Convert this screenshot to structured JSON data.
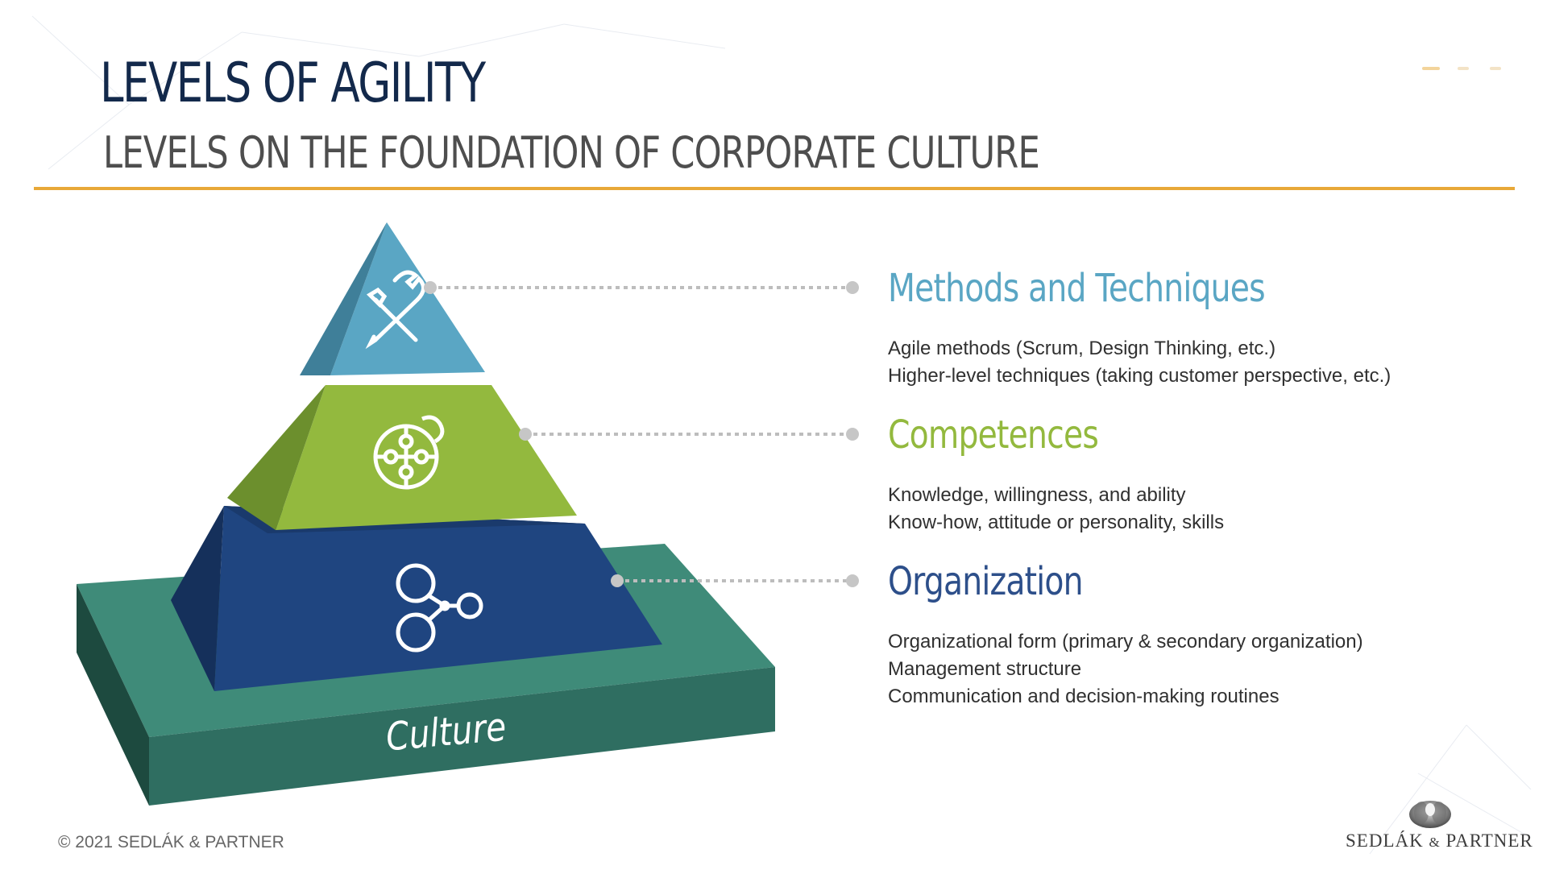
{
  "header": {
    "title": "LEVELS OF AGILITY",
    "subtitle": "LEVELS ON THE FOUNDATION OF CORPORATE CULTURE"
  },
  "colors": {
    "title": "#13294b",
    "accent_rule": "#e8a838",
    "methods": "#5aa6c4",
    "competences": "#93b93e",
    "organization": "#2d4f8a",
    "culture": "#3f8b79"
  },
  "pyramid": {
    "tiers": [
      {
        "name": "Methods and Techniques",
        "icon": "tools-icon"
      },
      {
        "name": "Competences",
        "icon": "puzzle-icon"
      },
      {
        "name": "Organization",
        "icon": "network-icon"
      }
    ],
    "base_label": "Culture"
  },
  "sections": [
    {
      "title": "Methods and Techniques",
      "color": "#5aa6c4",
      "lines": [
        "Agile methods (Scrum, Design Thinking, etc.)",
        "Higher-level techniques (taking customer perspective, etc.)"
      ]
    },
    {
      "title": "Competences",
      "color": "#93b93e",
      "lines": [
        "Knowledge, willingness, and ability",
        "Know-how, attitude or personality, skills"
      ]
    },
    {
      "title": "Organization",
      "color": "#2d4f8a",
      "lines": [
        "Organizational form (primary & secondary organization)",
        "Management structure",
        "Communication and decision-making routines"
      ]
    }
  ],
  "footer": {
    "copyright": "© 2021 SEDLÁK & PARTNER",
    "logo_name": "SEDLÁK",
    "logo_amp": "&",
    "logo_partner": "PARTNER"
  }
}
